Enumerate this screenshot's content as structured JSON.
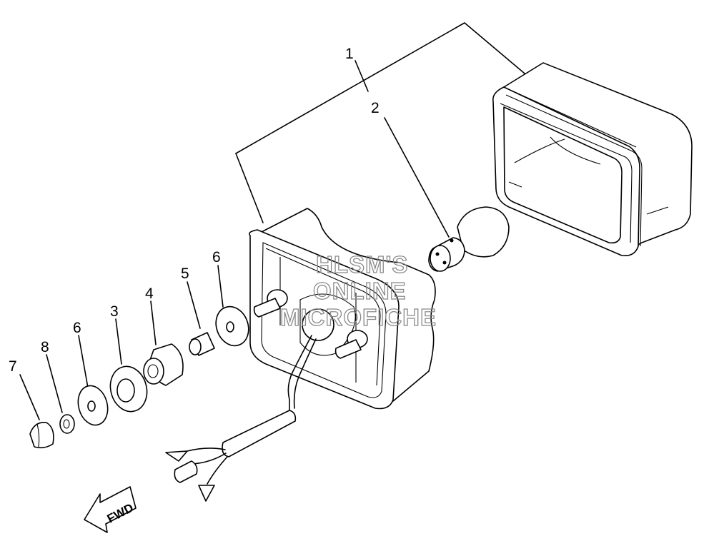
{
  "diagram": {
    "callouts": [
      {
        "id": "c1",
        "label": "1"
      },
      {
        "id": "c2",
        "label": "2"
      },
      {
        "id": "c3",
        "label": "3"
      },
      {
        "id": "c4",
        "label": "4"
      },
      {
        "id": "c5",
        "label": "5"
      },
      {
        "id": "c6a",
        "label": "6"
      },
      {
        "id": "c6b",
        "label": "6"
      },
      {
        "id": "c7",
        "label": "7"
      },
      {
        "id": "c8",
        "label": "8"
      }
    ],
    "watermark": {
      "line1": "HLSM'S",
      "line2": "ONLINE",
      "line3": "MICROFICHE"
    },
    "direction_arrow": {
      "label": "FWD"
    },
    "colors": {
      "line": "#000000",
      "watermark": "#8a8a8a",
      "background": "#ffffff"
    }
  }
}
